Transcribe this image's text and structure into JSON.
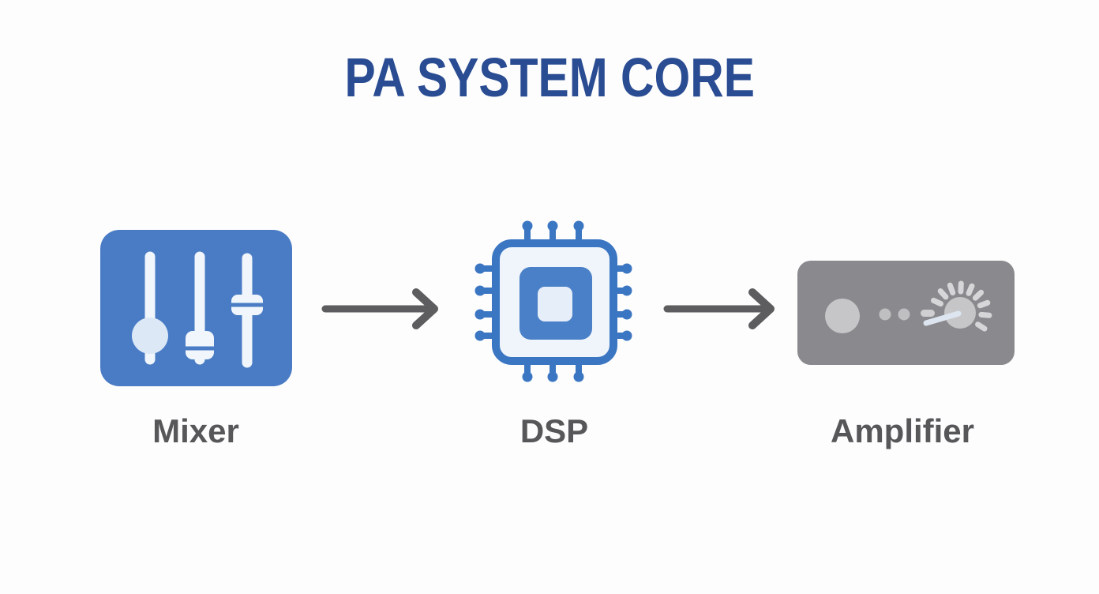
{
  "title": "PA SYSTEM CORE",
  "nodes": [
    {
      "id": "mixer",
      "label": "Mixer",
      "icon": "mixer-sliders-icon"
    },
    {
      "id": "dsp",
      "label": "DSP",
      "icon": "chip-icon"
    },
    {
      "id": "amplifier",
      "label": "Amplifier",
      "icon": "amplifier-panel-icon"
    }
  ],
  "connections": [
    {
      "from": "Mixer",
      "to": "DSP"
    },
    {
      "from": "DSP",
      "to": "Amplifier"
    }
  ],
  "colors": {
    "title": "#2a4c92",
    "background": "#fdfdfe",
    "label": "#57575a",
    "arrow": "#5d5d5f",
    "mixer_panel": "#4a7cc5",
    "mixer_controls": "#f0f6fc",
    "mixer_knob": "#dce8f6",
    "dsp_stroke": "#3b76c2",
    "dsp_fill": "#eff5fb",
    "dsp_core": "#4a80c8",
    "dsp_core_inner": "#e6eef9",
    "amp_panel": "#8a8a8e",
    "amp_knob": "#c6c6c8",
    "amp_dot": "#bfbfc2",
    "amp_tick": "#d6d6d9",
    "amp_dash": "#cfcfd2",
    "amp_pointer": "#dde6f0"
  }
}
